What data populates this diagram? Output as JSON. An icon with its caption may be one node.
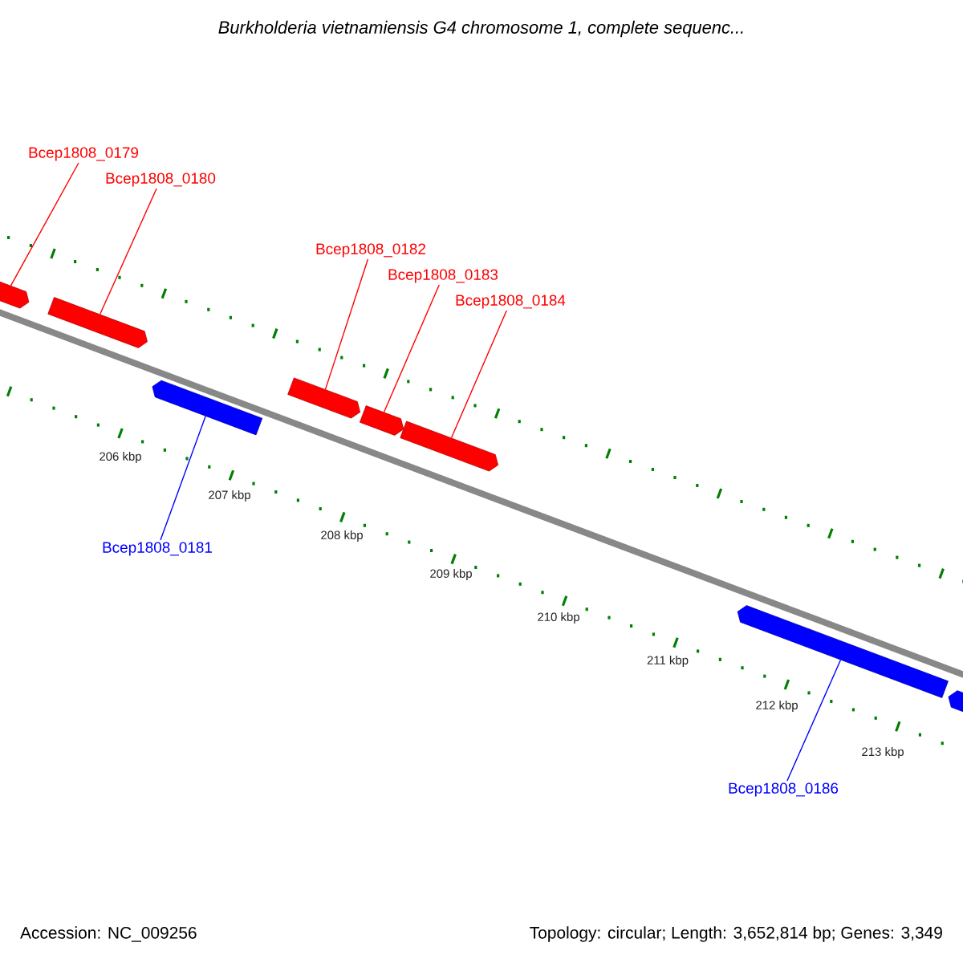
{
  "diagram": {
    "title": "Burkholderia vietnamiensis G4 chromosome 1, complete sequenc...",
    "nodes": [
      {
        "text": [
          "Bcep1808_0179"
        ]
      },
      {
        "text": [
          "Bcep1808_0180"
        ]
      },
      {
        "text": [
          "Bcep1808_0182"
        ]
      },
      {
        "text": [
          "Bcep1808_0183"
        ]
      },
      {
        "text": [
          "Bcep1808_0184"
        ]
      },
      {
        "text": [
          "Bcep1808_0181"
        ]
      },
      {
        "text": [
          "Bcep1808_0186"
        ]
      },
      {
        "text": [],
        "shape": "arrow"
      },
      {
        "text": [],
        "shape": "arrow"
      },
      {
        "text": [],
        "shape": "arrow"
      },
      {
        "text": [],
        "shape": "arrow"
      },
      {
        "text": [],
        "shape": "arrow"
      },
      {
        "text": [],
        "shape": "arrow"
      },
      {
        "text": [],
        "shape": "arrow"
      },
      {
        "text": [],
        "shape": "arrow"
      }
    ],
    "edges": [
      {
        "from": 0,
        "to": 7,
        "arrow": "none"
      },
      {
        "from": 1,
        "to": 8,
        "arrow": "none"
      },
      {
        "from": 2,
        "to": 10,
        "arrow": "none"
      },
      {
        "from": 3,
        "to": 11,
        "arrow": "none"
      },
      {
        "from": 4,
        "to": 12,
        "arrow": "none"
      },
      {
        "from": 5,
        "to": 9,
        "arrow": "none",
        "color": "#0000ff"
      },
      {
        "from": 6,
        "to": 13,
        "arrow": "none",
        "color": "#0000ff"
      }
    ],
    "labels": [
      "206 kbp",
      "207 kbp",
      "208 kbp",
      "209 kbp",
      "210 kbp",
      "211 kbp",
      "212 kbp",
      "213 kbp",
      "Accession: NC_009256",
      "Topology: circular; Length: 3,652,814 bp; Genes: 3,349"
    ]
  }
}
